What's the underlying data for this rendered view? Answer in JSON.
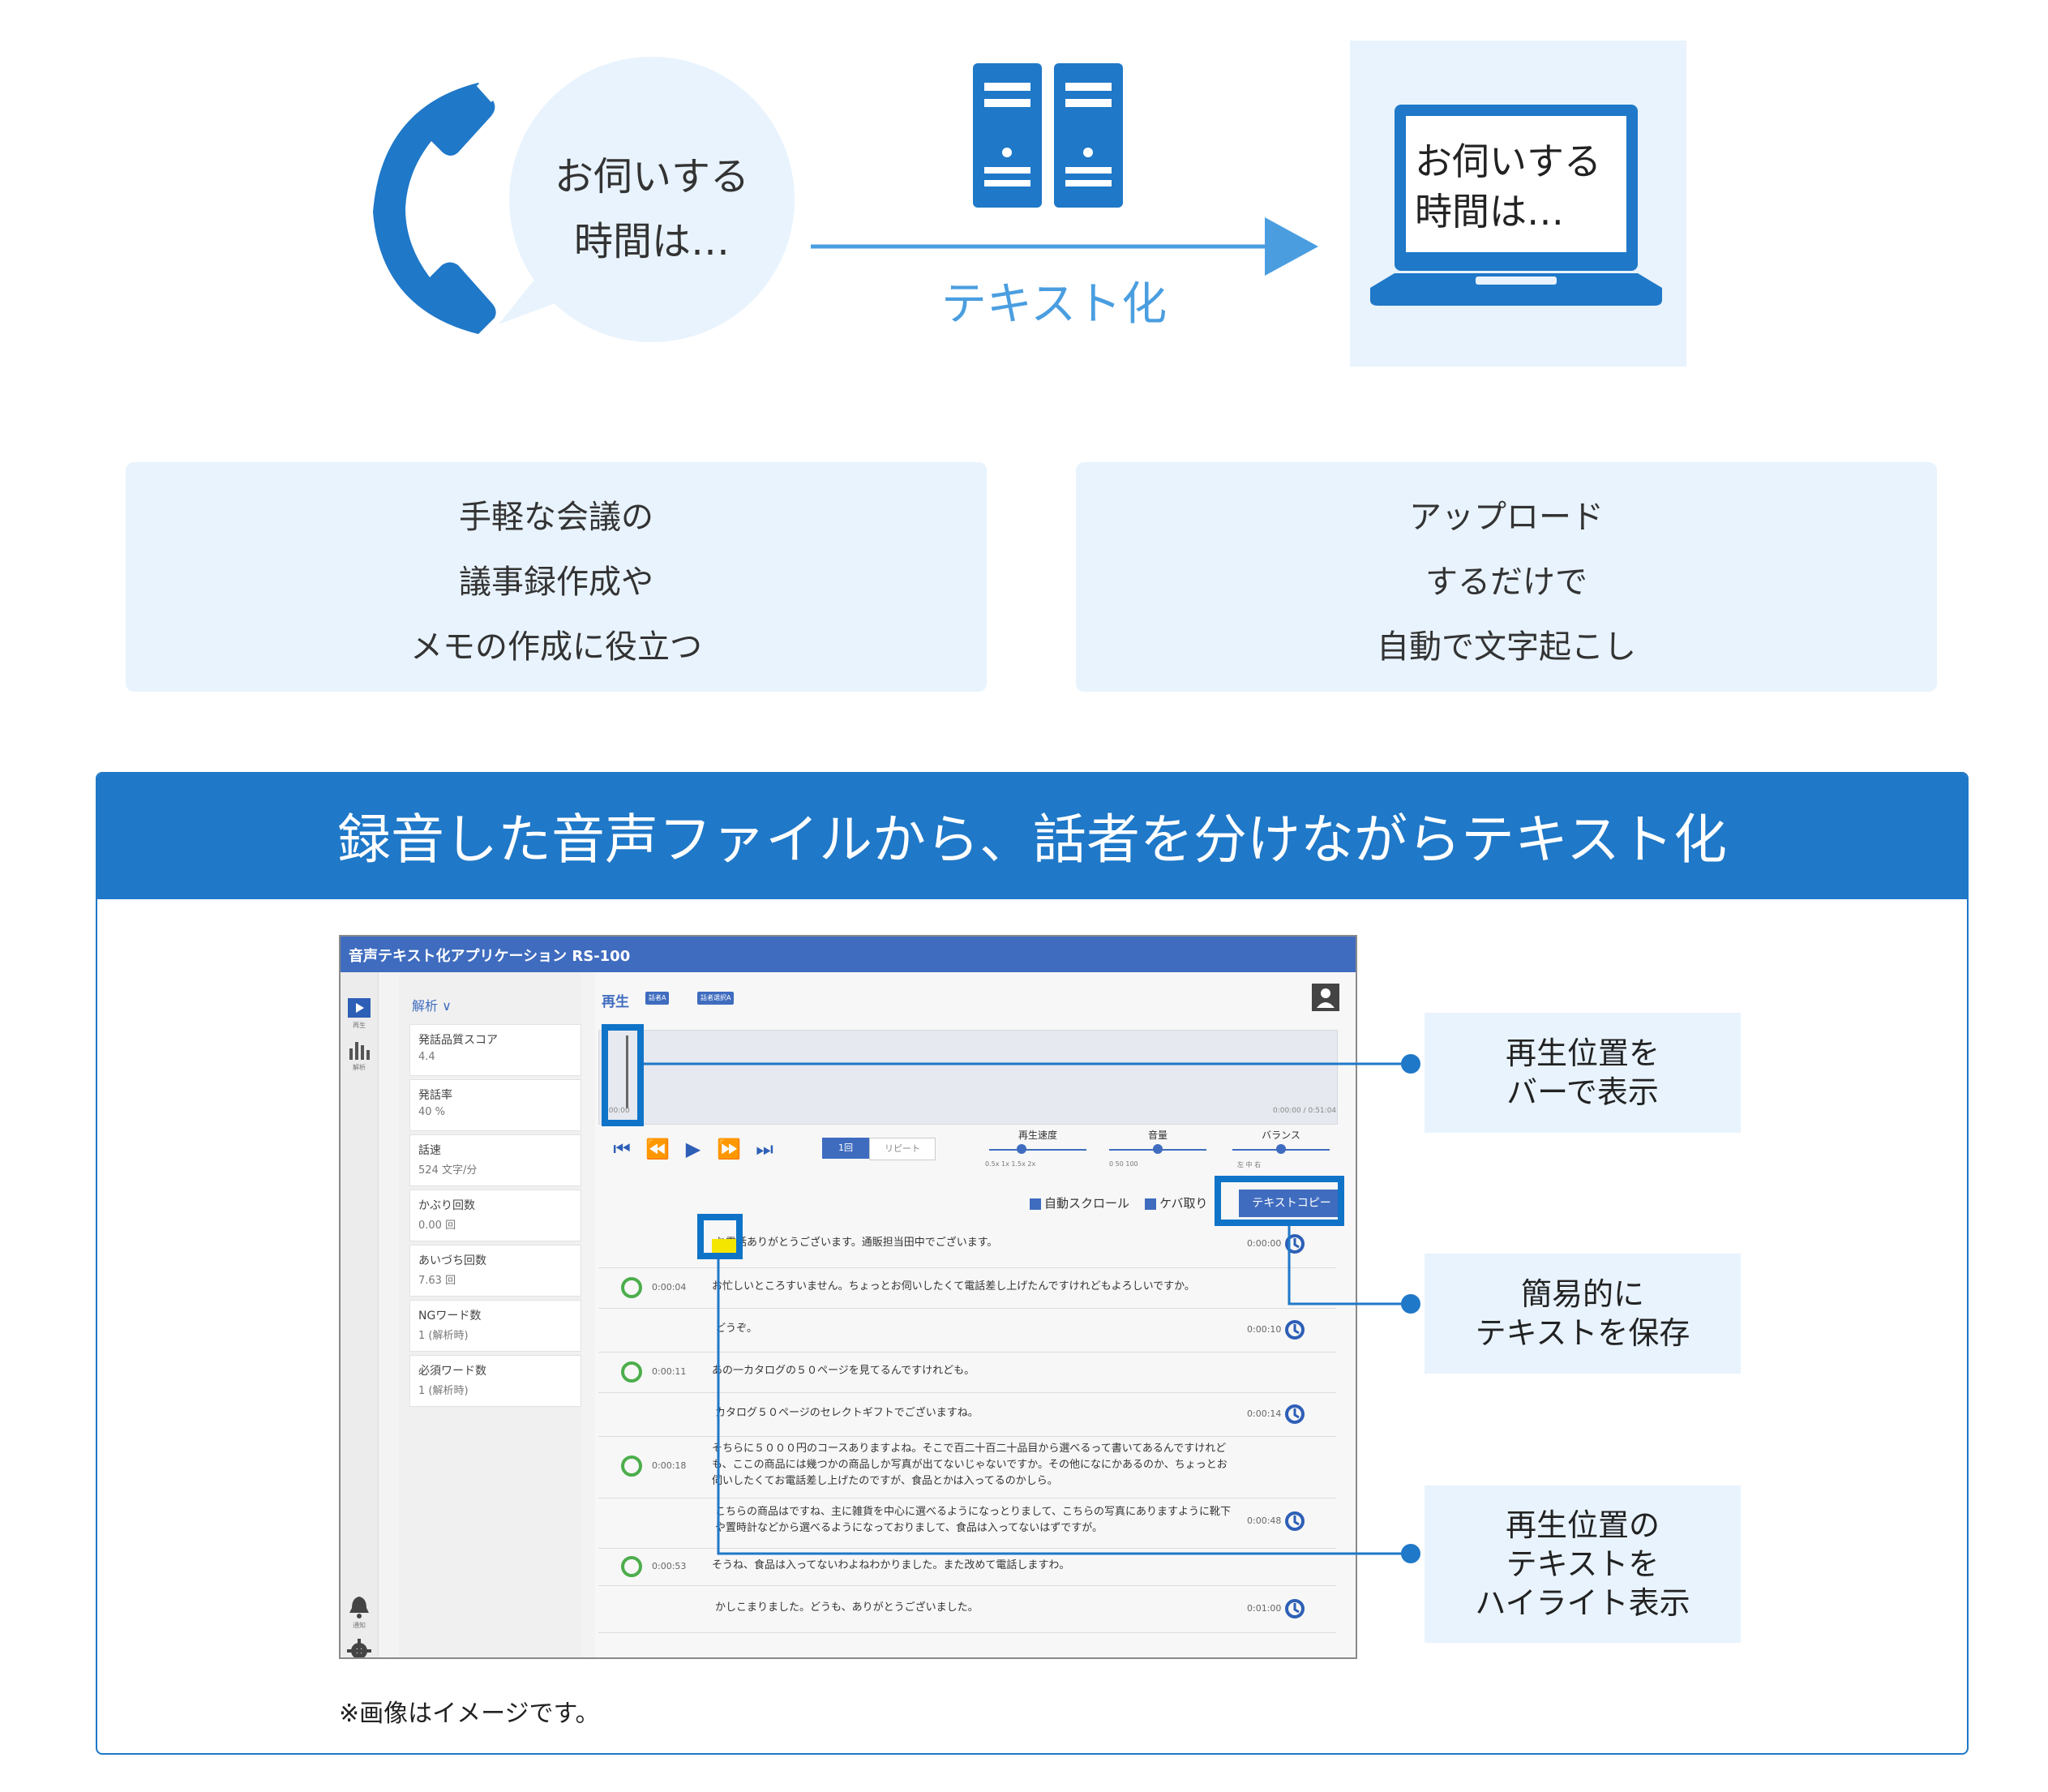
{
  "diagram": {
    "bubble_lines": [
      "お伺いする",
      "時間は…"
    ],
    "arrow_label": "テキスト化",
    "laptop_lines": [
      "お伺いする",
      "時間は…"
    ],
    "accent_color": "#1f78c8"
  },
  "features": {
    "left_lines": [
      "手軽な会議の",
      "議事録作成や",
      "メモの作成に役立つ"
    ],
    "right_lines": [
      "アップロード",
      "するだけで",
      "自動で文字起こし"
    ]
  },
  "section": {
    "title": "録音した音声ファイルから、話者を分けながらテキスト化",
    "note": "※画像はイメージです。"
  },
  "app": {
    "title": "音声テキスト化アプリケーション RS-100",
    "side_heading": "解析 ∨",
    "side_items": [
      {
        "label": "発話品質スコア",
        "value": "4.4"
      },
      {
        "label": "発話率",
        "value": "40 %"
      },
      {
        "label": "話速",
        "value": "524 文字/分"
      },
      {
        "label": "かぶり回数",
        "value": "0.00 回"
      },
      {
        "label": "あいづち回数",
        "value": "7.63 回"
      },
      {
        "label": "NGワード数",
        "value": "1 (解析時)"
      },
      {
        "label": "必須ワード数",
        "value": "1 (解析時)"
      }
    ],
    "icon_labels": [
      "再生",
      "解析",
      "通知",
      "設定"
    ],
    "play_heading": "再生",
    "tags": [
      "話者A",
      "話者選択A"
    ],
    "wave_time_left": "0:00:00",
    "wave_time_right": "0:00:00 / 0:51:04",
    "controls": [
      "⏮",
      "⏪",
      "▶",
      "⏩",
      "⏭"
    ],
    "loop_label": "1回",
    "repeat_label": "リピート",
    "sliders": [
      {
        "title": "再生速度",
        "ticks": "0.5x  1x  1.5x  2x",
        "level": 0.33
      },
      {
        "title": "音量",
        "ticks": "0  50  100",
        "level": 0.5
      },
      {
        "title": "バランス",
        "ticks": "左  中  右",
        "level": 0.5
      }
    ],
    "options": [
      "自動スクロール",
      "ケバ取り"
    ],
    "copy_label": "テキストコピー",
    "rows": [
      {
        "speaker": "",
        "time": "",
        "text": "お電話ありがとうございます。通販担当田中でございます。",
        "ts": "0:00:00"
      },
      {
        "speaker": "a",
        "time": "0:00:04",
        "text": "お忙しいところすいません。ちょっとお伺いしたくて電話差し上げたんですけれどもよろしいですか。",
        "ts": ""
      },
      {
        "speaker": "",
        "time": "",
        "text": "どうぞ。",
        "ts": "0:00:10"
      },
      {
        "speaker": "a",
        "time": "0:00:11",
        "text": "あの一カタログの５０ページを見てるんですけれども。",
        "ts": ""
      },
      {
        "speaker": "",
        "time": "",
        "text": "カタログ５０ページのセレクトギフトでございますね。",
        "ts": "0:00:14"
      },
      {
        "speaker": "a",
        "time": "0:00:18",
        "text": "そちらに５０００円のコースありますよね。そこで百二十百二十品目から選べるって書いてあるんですけれども、ここの商品には幾つかの商品しか写真が出てないじゃないですか。その他になにかあるのか、ちょっとお伺いしたくてお電話差し上げたのですが、食品とかは入ってるのかしら。",
        "ts": ""
      },
      {
        "speaker": "",
        "time": "",
        "text": "こちらの商品はですね、主に雑貨を中心に選べるようになっとりまして、こちらの写真にありますように靴下や置時計などから選べるようになっておりまして、食品は入ってないはずですが。",
        "ts": "0:00:48"
      },
      {
        "speaker": "a",
        "time": "0:00:53",
        "text": "そうね、食品は入ってないわよねわかりました。また改めて電話しますわ。",
        "ts": ""
      },
      {
        "speaker": "",
        "time": "",
        "text": "かしこまりました。どうも、ありがとうございました。",
        "ts": "0:01:00"
      }
    ]
  },
  "callouts": {
    "c1": [
      "再生位置を",
      "バーで表示"
    ],
    "c2": [
      "簡易的に",
      "テキストを保存"
    ],
    "c3": [
      "再生位置の",
      "テキストを",
      "ハイライト表示"
    ]
  }
}
